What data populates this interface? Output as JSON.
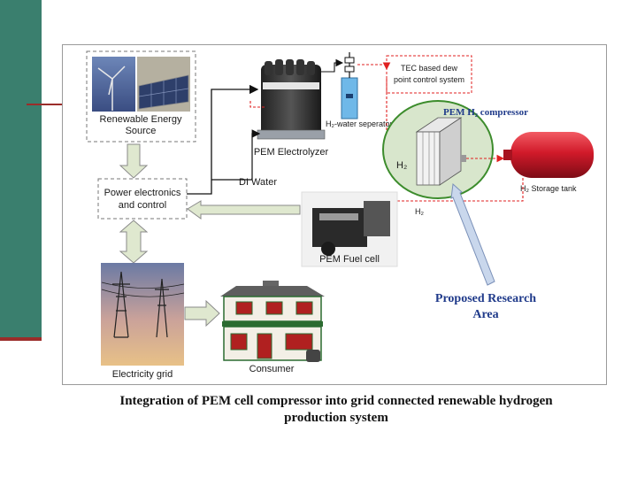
{
  "labels": {
    "renewable_line1": "Renewable Energy",
    "renewable_line2": "Source",
    "electrolyzer": "PEM Electrolyzer",
    "separator": "H₂-water seperator",
    "tec_line1": "TEC based dew",
    "tec_line2": "point control system",
    "compressor": "PEM H₂ compressor",
    "h2_left": "H₂",
    "h2_lower": "H₂",
    "storage": "H₂ Storage tank",
    "di_water": "DI Water",
    "power_line1": "Power electronics",
    "power_line2": "and control",
    "fuel_cell": "PEM Fuel cell",
    "research_line1": "Proposed Research",
    "research_line2": "Area",
    "grid": "Electricity grid",
    "consumer": "Consumer"
  },
  "caption": {
    "line1": "Integration of PEM cell compressor into grid connected renewable hydrogen",
    "line2": "production system"
  },
  "colors": {
    "slide_bar": "#3a7f6e",
    "accent_rule": "#9b2d2a",
    "research_text": "#1f3a8a",
    "compressor_text": "#1f3a8a",
    "red_flow": "#e02020",
    "block_arrow_fill": "#dfe8cf",
    "research_arrow_fill": "#c9d7ec",
    "compressor_circle_fill": "#d8e6cc",
    "compressor_circle_stroke": "#3c8c2c",
    "storage_tank": "#d11a2a"
  }
}
